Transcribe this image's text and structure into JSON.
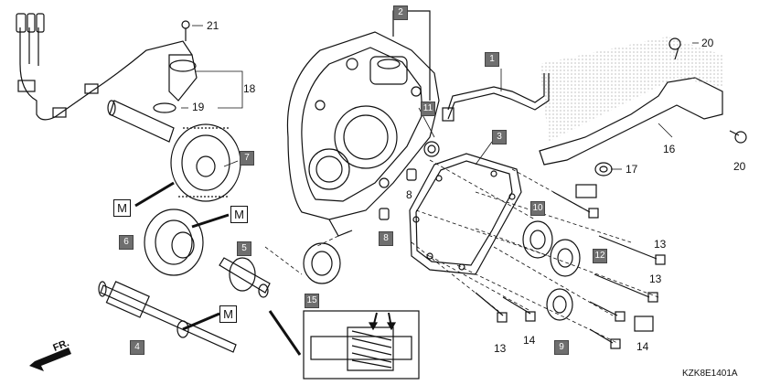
{
  "diagram": {
    "boxed_labels": {
      "b1": "1",
      "b2": "2",
      "b3": "3",
      "b4": "4",
      "b5": "5",
      "b6": "6",
      "b7": "7",
      "b8": "8",
      "b9": "9",
      "b10": "10",
      "b11": "11",
      "b12": "12",
      "b15": "15"
    },
    "plain_labels": {
      "n8": "8",
      "n13a": "13",
      "n13b": "13",
      "n13c": "13",
      "n14a": "14",
      "n14b": "14",
      "n16": "16",
      "n17": "17",
      "n18": "18",
      "n19": "19",
      "n20a": "20",
      "n20b": "20",
      "n21": "21"
    },
    "m_marker": "M",
    "direction": "FR.",
    "diagram_code": "KZK8E1401A"
  }
}
